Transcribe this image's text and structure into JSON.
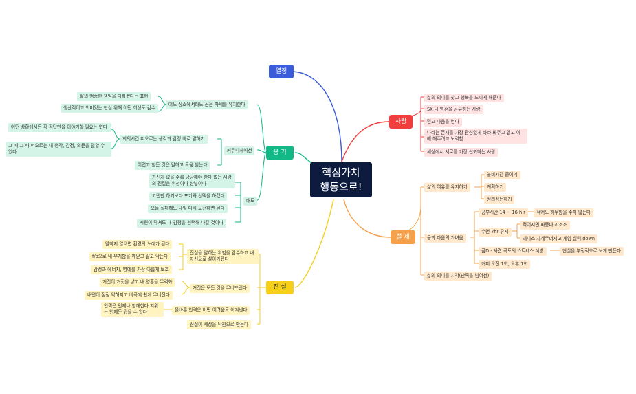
{
  "root": {
    "line1": "핵심가치",
    "line2": "행동으로!"
  },
  "passion": {
    "label": "열정"
  },
  "love": {
    "label": "사랑",
    "items": [
      "삶의 의미를 찾고 행복을 느끼게 해준다",
      "SK 내 명혼을 공유하는 사랑",
      "믿고 마음을 연다",
      "나라는 존재를 가장 관심있게 바라 봐주고 알고 이해 해주려고 노력함",
      "세상에서 서로를 가장 신뢰하는 사랑"
    ]
  },
  "courage": {
    "label": "용 기",
    "posture": "어느 장소에서라도 곧은 자세를 유지한다",
    "posture_items": [
      "삶의 엄중한 책임을 다하겠다는 표현",
      "생산적이고 의미있는 현실 위해 어떤 희생도 감수"
    ],
    "communication": "커뮤니케이션",
    "meeting": "회의시간 떠오르는 생각과 감정 바로 말하기",
    "meeting_items": [
      "어떤 상황에서든 꼭 정답만을 이야기할 필요는 없다",
      "그 때 그 때 떠오르는 내 생각, 감정, 의문을 말할 수 있다"
    ],
    "hard": "어렵고 힘든 것은 말하고 도움 받는다",
    "attitude": "태도",
    "attitude_items": [
      "가진게 없을 수록 당당해야 한다 없는 사람의 진절은 위선이나 상납이다",
      "고민만 하기보다 포기와 선택을 하겠다",
      "오늘 실패해도 내일 다시 도전하면 된다",
      "시련이 닥쳐도 내 감정을 선택해 나갈 것이다"
    ]
  },
  "moderation": {
    "label": "절 제",
    "margin": "삶의 여유를 유지하기",
    "margin_items": [
      "놓비시간 줄이기",
      "계획하기",
      "정리정돈하기"
    ],
    "health": "몸과 마음의 가벼움",
    "study": "공부시간 14 ~ 16 h r",
    "study_note": "적어도 허무함을 주지 않는다",
    "sleep": "수면 7hr 유지",
    "sleep_items": [
      "적어지면 짜증나고 조조",
      "테니스 자세무너지고 게임 실력 down"
    ],
    "quit": "금D - 사견 극도의 스트레스 예방",
    "quit_note": "현실을 부정적으로 보게 만든다",
    "coffee": "커피 오전 1회, 오후 1회",
    "meaning": "삶의 의미를 지각(만족을 넘어선)"
  },
  "truth": {
    "label": "진 실",
    "risk": "진실을 말하는 위험을 감수하고 내 자신으로 살아가겠다",
    "risk_items": [
      "말하지 않으면 환경의 노예가 된다",
      "f/b으로 내 우치함을 깨닫고 갈고 닦는다",
      "감정과 에너지, 명예를 가장 아름게 보호"
    ],
    "collapse": "거짓은 모든 것을 무너뜨린다",
    "collapse_items": [
      "거짓이 거짓을 낳고 내 영혼을 무력화",
      "내면이 점점 약해지고 비극에 쉽게 무너진다"
    ],
    "character": "올바른 인격은 어떤 어려움도 이겨낸다",
    "character_item": "인격은 언제나 함께한다 지위는 언제든 뭐을 수 있다",
    "paradise": "진실이 세상을 낙원으로 만든다"
  },
  "colors": {
    "passion": "#3b5bdb",
    "love": "#f03e3e",
    "courage": "#12b886",
    "moderation": "#f5a04a",
    "truth": "#f5cf1a"
  }
}
